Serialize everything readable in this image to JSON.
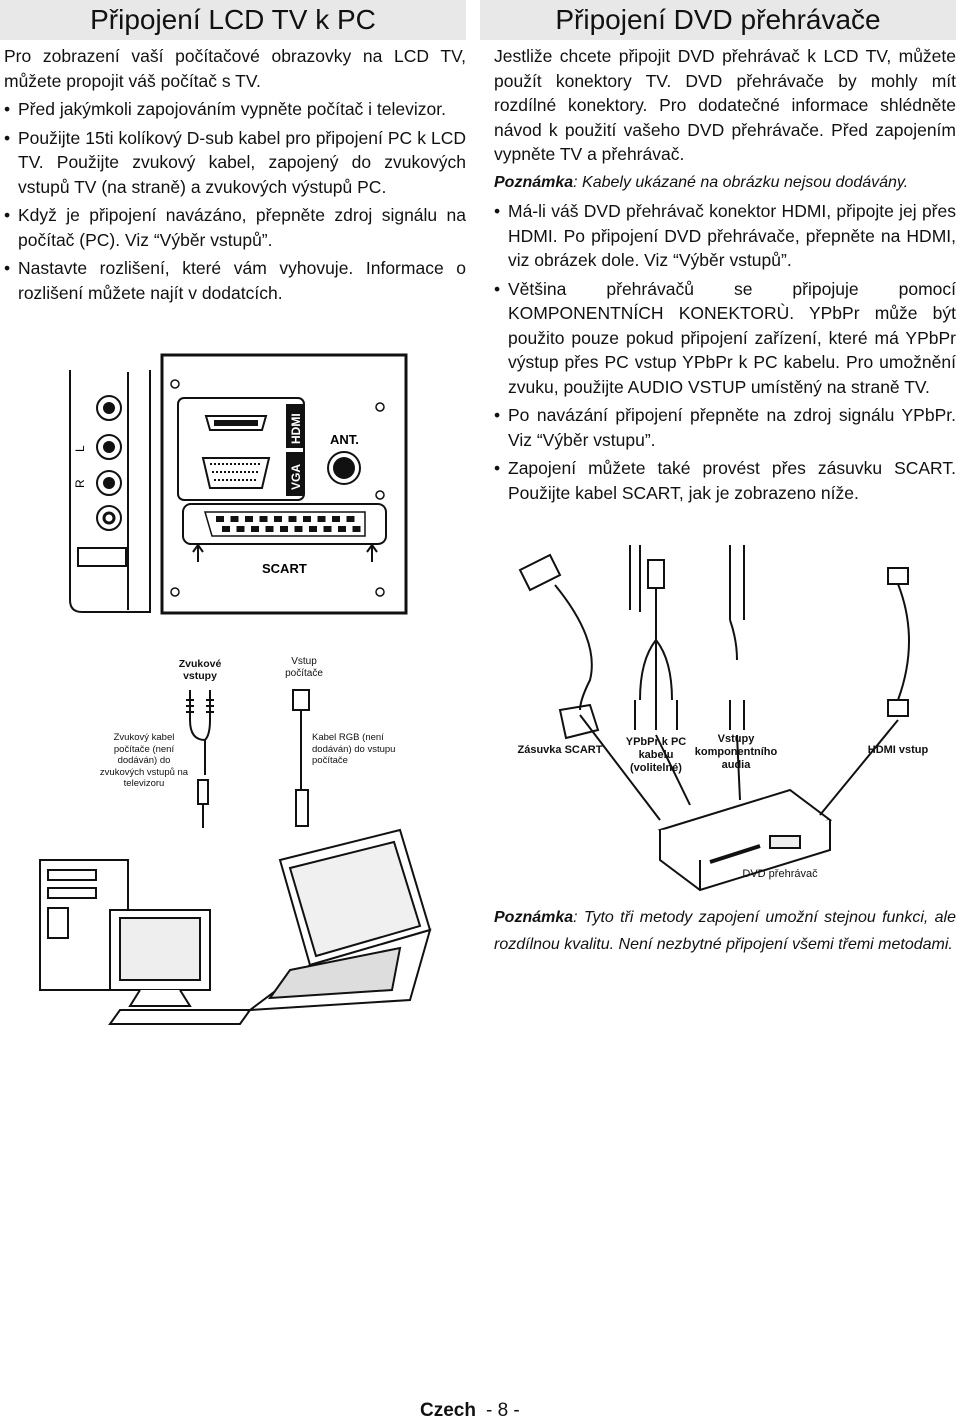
{
  "pc": {
    "title": "Připojení LCD TV k PC",
    "intro": "Pro zobrazení vaší počítačové obrazovky na LCD TV, můžete propojit váš počítač s TV.",
    "bullets": [
      "Před jakýmkoli zapojováním vypněte počítač i televizor.",
      "Použijte 15ti kolíkový D-sub kabel pro připojení PC k LCD TV. Použijte zvukový kabel, zapojený do zvukových vstupů TV (na straně) a zvukových výstupů PC.",
      "Když je připojení navázáno, přepněte zdroj signálu na počítač (PC). Viz “Výběr vstupů”.",
      "Nastavte rozlišení, které vám vyhovuje. Informace o rozlišení můžete najít v dodatcích."
    ]
  },
  "dvd": {
    "title": "Připojení DVD přehrávače",
    "intro": "Jestliže chcete připojit DVD přehrávač k LCD TV, můžete použít konektory TV. DVD přehrávače by mohly mít rozdílné konektory. Pro dodatečné informace shlédněte návod k použití vašeho DVD přehrávače. Před zapojením vypněte TV a přehrávač.",
    "note_label": "Poznámka",
    "note_text": ": Kabely ukázané na obrázku nejsou dodávány.",
    "bullets": [
      "Má-li váš DVD přehrávač konektor HDMI, připojte jej přes HDMI. Po připojení DVD přehrávače, přepněte na HDMI, viz obrázek dole. Viz “Výběr vstupů”.",
      "Většina přehrávačů se připojuje pomocí KOMPONENTNÍCH KONEKTORÙ. YPbPr může být použito pouze pokud připojení zařízení, které má YPbPr výstup přes PC vstup YPbPr k PC kabelu. Pro umožnění zvuku, použijte AUDIO VSTUP umístěný na straně TV.",
      "Po navázání připojení přepněte na zdroj signálu YPbPr. Viz “Výběr vstupu”.",
      "Zapojení můžete také provést přes zásuvku SCART. Použijte kabel SCART, jak je zobrazeno níže."
    ]
  },
  "panel": {
    "side_labels": [
      "R",
      "L"
    ],
    "hdmi": "HDMI",
    "vga": "VGA",
    "ant": "ANT.",
    "scart": "SCART"
  },
  "pc_diagram": {
    "audio_in": "Zvukové vstupy",
    "pc_in": "Vstup počítače",
    "audio_cable": "Zvukový kabel počítače (není dodáván) do zvukových vstupů na televizoru",
    "rgb_cable": "Kabel RGB (není dodáván) do vstupu počítače"
  },
  "dvd_diagram": {
    "scart_socket": "Zásuvka SCART",
    "ypbpr_cable": "YPbPr k PC kabelu (volitelné)",
    "component_audio": "Vstupy komponentního audia",
    "hdmi_in": "HDMI vstup",
    "dvd_player": "DVD přehrávač"
  },
  "final_note": {
    "label": "Poznámka",
    "text": ": Tyto tři metody zapojení umožní stejnou funkci, ale rozdílnou kvalitu. Není nezbytné připojení všemi třemi metodami."
  },
  "footer": {
    "language": "Czech",
    "page": "- 8 -"
  }
}
